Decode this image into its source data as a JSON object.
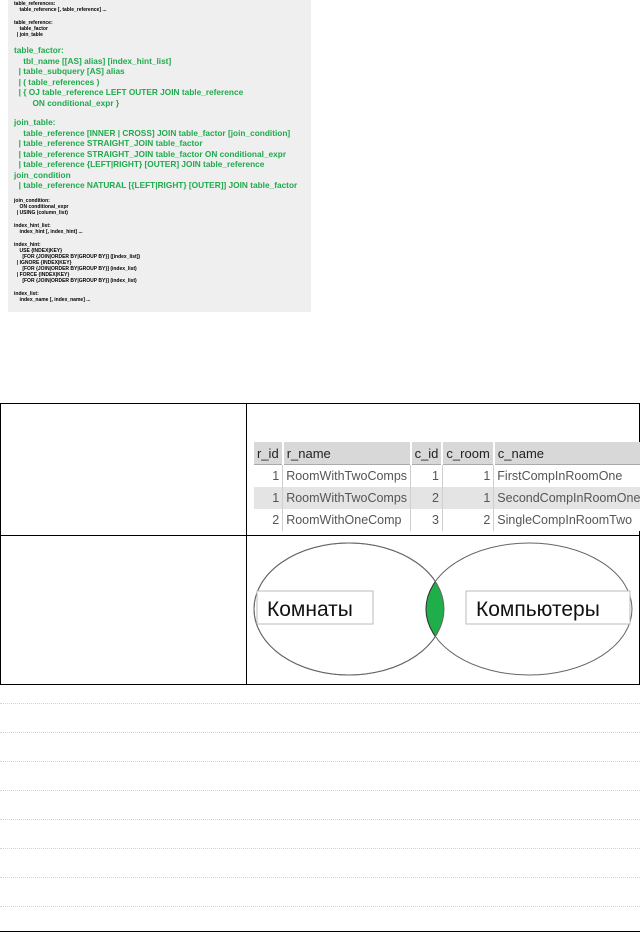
{
  "grammar": {
    "lines": [
      {
        "t": "table_references:",
        "k": "s"
      },
      {
        "t": "    table_reference [, table_reference] ...",
        "k": "s"
      },
      {
        "t": "",
        "k": "gap"
      },
      {
        "t": "table_reference:",
        "k": "s"
      },
      {
        "t": "    table_factor",
        "k": "s"
      },
      {
        "t": "  | join_table",
        "k": "s"
      },
      {
        "t": "",
        "k": "gap"
      },
      {
        "t": "table_factor:",
        "k": "b"
      },
      {
        "t": "    tbl_name [[AS] alias] [index_hint_list]",
        "k": "b"
      },
      {
        "t": "  | table_subquery [AS] alias",
        "k": "b"
      },
      {
        "t": "  | ( table_references )",
        "k": "b"
      },
      {
        "t": "  | { OJ table_reference LEFT OUTER JOIN table_reference",
        "k": "b"
      },
      {
        "t": "        ON conditional_expr }",
        "k": "b"
      },
      {
        "t": "",
        "k": "gapb"
      },
      {
        "t": "join_table:",
        "k": "b"
      },
      {
        "t": "    table_reference [INNER | CROSS] JOIN table_factor [join_condition]",
        "k": "b"
      },
      {
        "t": "  | table_reference STRAIGHT_JOIN table_factor",
        "k": "b"
      },
      {
        "t": "  | table_reference STRAIGHT_JOIN table_factor ON conditional_expr",
        "k": "b"
      },
      {
        "t": "  | table_reference {LEFT|RIGHT} [OUTER] JOIN table_reference",
        "k": "b"
      },
      {
        "t": "join_condition",
        "k": "b"
      },
      {
        "t": "  | table_reference NATURAL [{LEFT|RIGHT} [OUTER]] JOIN table_factor",
        "k": "b"
      },
      {
        "t": "",
        "k": "gap"
      },
      {
        "t": "join_condition:",
        "k": "s"
      },
      {
        "t": "    ON conditional_expr",
        "k": "s"
      },
      {
        "t": "  | USING (column_list)",
        "k": "s"
      },
      {
        "t": "",
        "k": "gap"
      },
      {
        "t": "index_hint_list:",
        "k": "s"
      },
      {
        "t": "    index_hint [, index_hint] ...",
        "k": "s"
      },
      {
        "t": "",
        "k": "gap"
      },
      {
        "t": "index_hint:",
        "k": "s"
      },
      {
        "t": "    USE {INDEX|KEY}",
        "k": "s"
      },
      {
        "t": "      [FOR {JOIN|ORDER BY|GROUP BY}] ([index_list])",
        "k": "s"
      },
      {
        "t": "  | IGNORE {INDEX|KEY}",
        "k": "s"
      },
      {
        "t": "      [FOR {JOIN|ORDER BY|GROUP BY}] (index_list)",
        "k": "s"
      },
      {
        "t": "  | FORCE {INDEX|KEY}",
        "k": "s"
      },
      {
        "t": "      [FOR {JOIN|ORDER BY|GROUP BY}] (index_list)",
        "k": "s"
      },
      {
        "t": "",
        "k": "gap"
      },
      {
        "t": "index_list:",
        "k": "s"
      },
      {
        "t": "    index_name [, index_name] ...",
        "k": "s"
      }
    ]
  },
  "result_table": {
    "headers": [
      "r_id",
      "r_name",
      "c_id",
      "c_room",
      "c_name"
    ],
    "rows": [
      [
        "1",
        "RoomWithTwoComps",
        "1",
        "1",
        "FirstCompInRoomOne"
      ],
      [
        "1",
        "RoomWithTwoComps",
        "2",
        "1",
        "SecondCompInRoomOne"
      ],
      [
        "2",
        "RoomWithOneComp",
        "3",
        "2",
        "SingleCompInRoomTwo"
      ]
    ]
  },
  "venn": {
    "left_label": "Комнаты",
    "right_label": "Компьютеры",
    "intersection_color": "#1fae4a"
  }
}
